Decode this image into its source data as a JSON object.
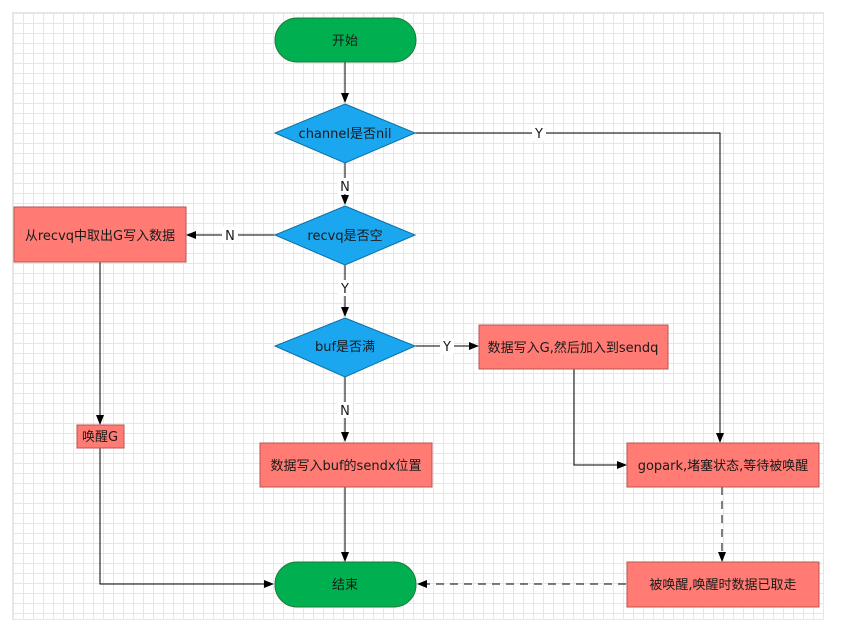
{
  "nodes": {
    "start": "开始",
    "channel_nil": "channel是否nil",
    "recvq_empty": "recvq是否空",
    "buf_full": "buf是否满",
    "take_from_recvq": "从recvq中取出G写入数据",
    "wake_g": "唤醒G",
    "write_to_buf": "数据写入buf的sendx位置",
    "write_to_g_sendq": "数据写入G,然后加入到sendq",
    "gopark": "gopark,堵塞状态,等待被唤醒",
    "woken": "被唤醒,唤醒时数据已取走",
    "end": "结束"
  },
  "edge_labels": {
    "channel_nil_yes": "Y",
    "channel_nil_no": "N",
    "recvq_empty_no": "N",
    "recvq_empty_yes": "Y",
    "buf_full_yes": "Y",
    "buf_full_no": "N"
  },
  "colors": {
    "terminal_fill": "#00b050",
    "terminal_stroke": "#1f7a3a",
    "decision_fill": "#1aa7f0",
    "decision_stroke": "#0b6fa4",
    "process_fill": "#ff7b74",
    "process_stroke": "#b85450",
    "edge": "#000000"
  }
}
